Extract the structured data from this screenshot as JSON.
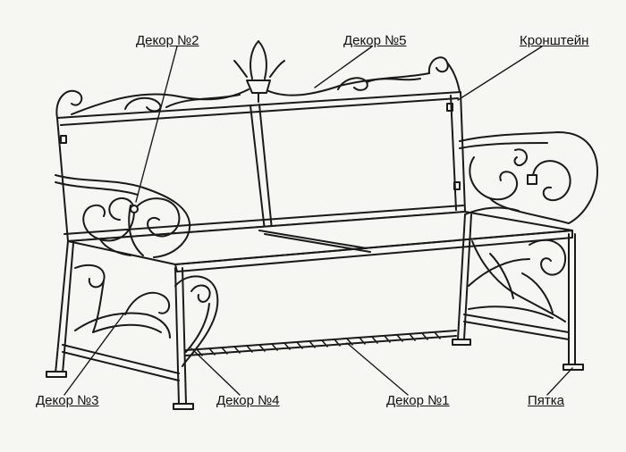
{
  "diagram": {
    "labels": {
      "decor2": "Декор №2",
      "decor5": "Декор №5",
      "bracket": "Кронштейн",
      "decor3": "Декор №3",
      "decor4": "Декор №4",
      "decor1": "Декор №1",
      "heel": "Пятка"
    },
    "colors": {
      "ink": "#1a1a1a",
      "paper": "#f6f6f3"
    }
  }
}
